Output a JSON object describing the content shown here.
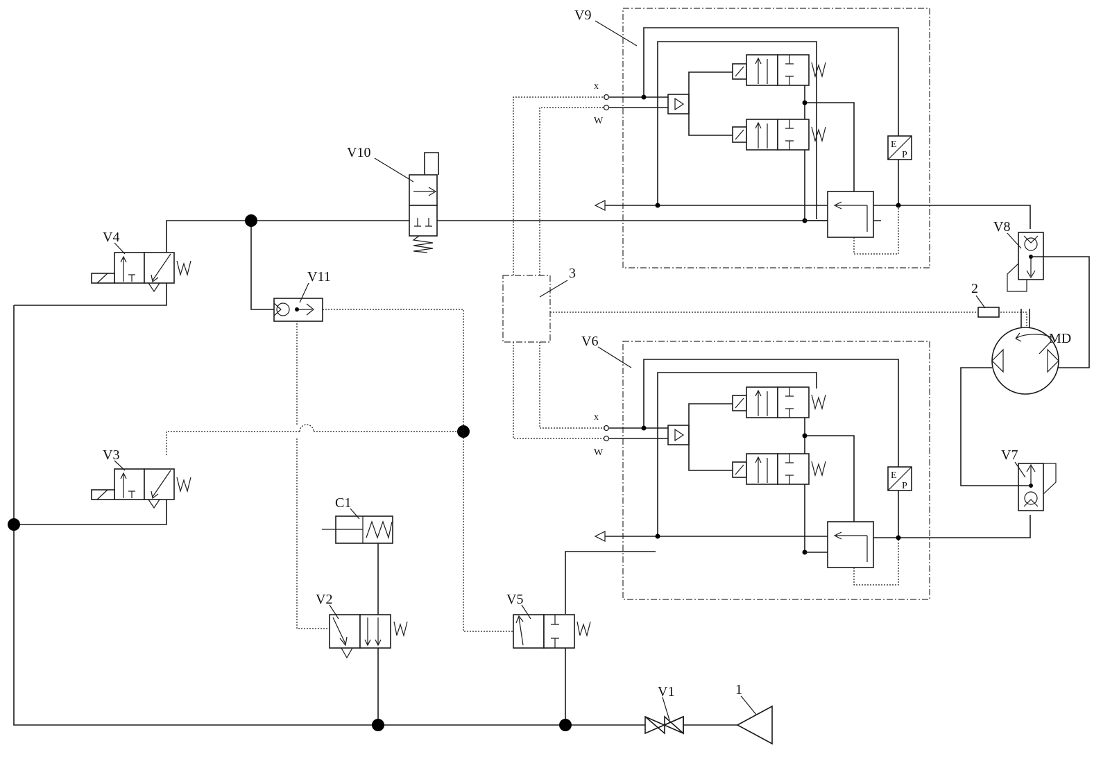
{
  "labels": {
    "V1": "V1",
    "V2": "V2",
    "V3": "V3",
    "V4": "V4",
    "V5": "V5",
    "V6": "V6",
    "V7": "V7",
    "V8": "V8",
    "V9": "V9",
    "V10": "V10",
    "V11": "V11",
    "C1": "C1",
    "MD": "MD",
    "n1": "1",
    "n2": "2",
    "n3": "3"
  },
  "ports": {
    "x_top": "x",
    "w_top": "W",
    "x_bot": "x",
    "w_bot": "W"
  },
  "ep": {
    "e": "E",
    "p": "P"
  }
}
